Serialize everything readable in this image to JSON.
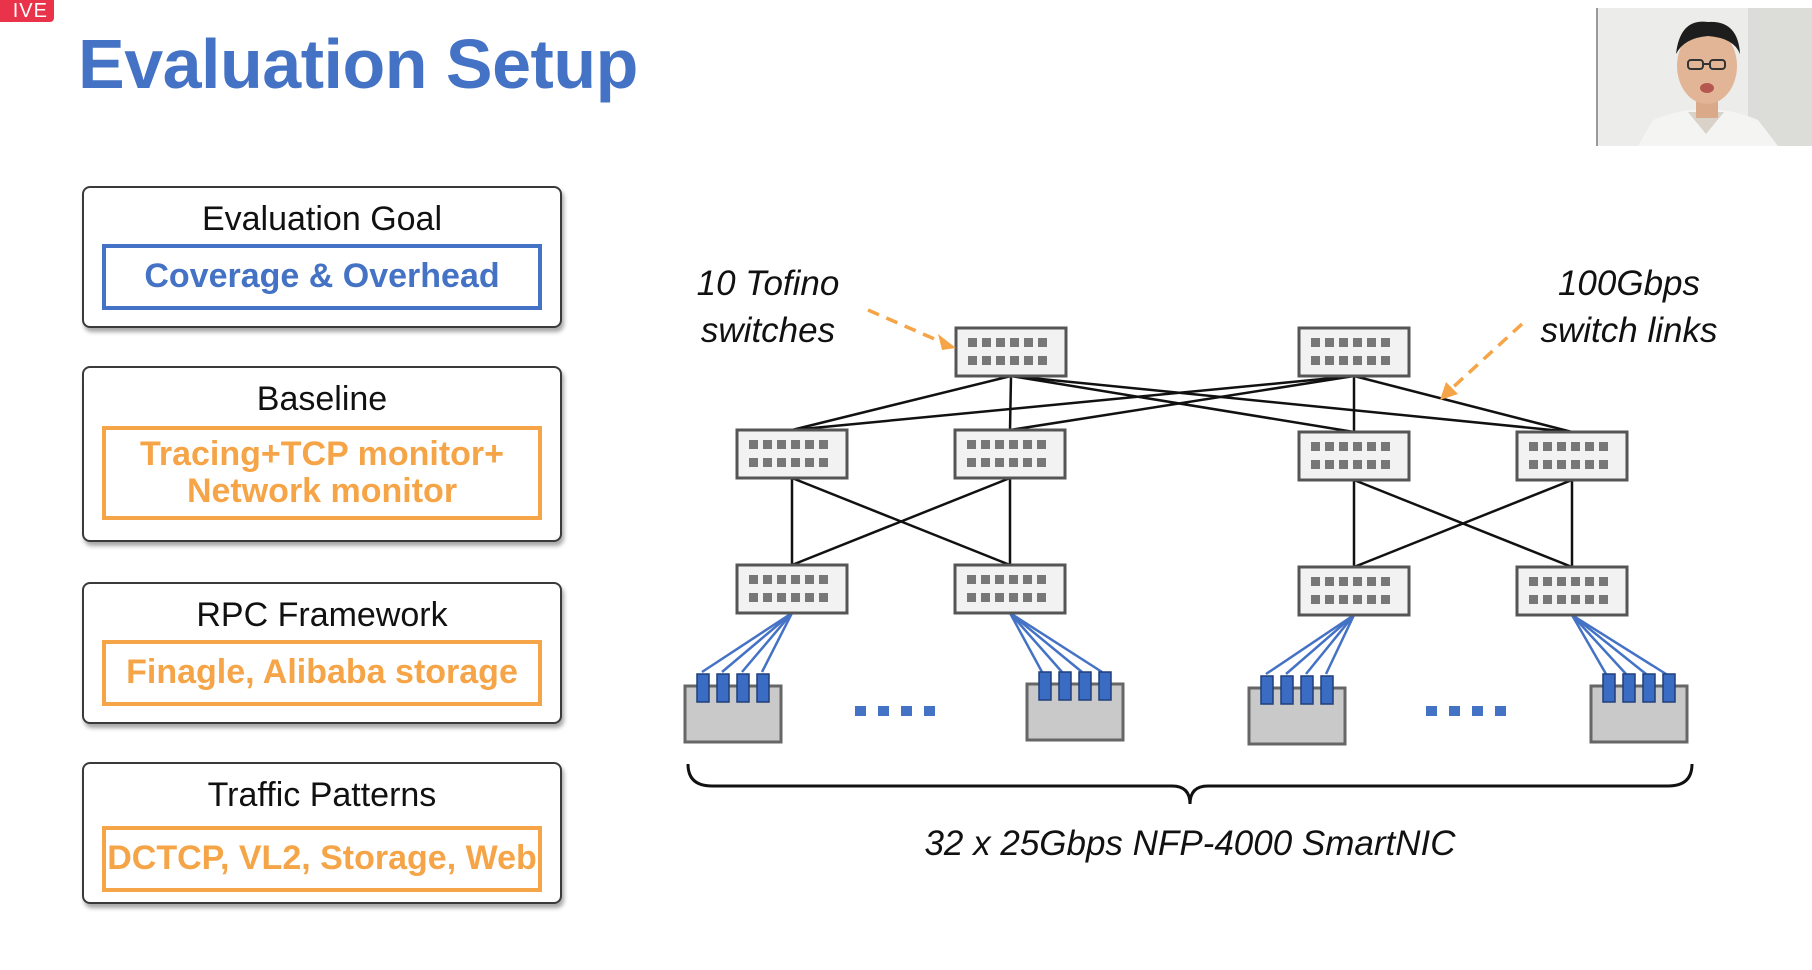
{
  "live_badge": "IVE",
  "slide_title": "Evaluation Setup",
  "cards": [
    {
      "title": "Evaluation Goal",
      "lines": [
        "Coverage & Overhead"
      ],
      "style": "blue"
    },
    {
      "title": "Baseline",
      "lines": [
        "Tracing+TCP monitor+",
        "Network monitor"
      ],
      "style": "orange"
    },
    {
      "title": "RPC Framework",
      "lines": [
        "Finagle, Alibaba storage"
      ],
      "style": "orange"
    },
    {
      "title": "Traffic Patterns",
      "lines": [
        "DCTCP, VL2, Storage, Web"
      ],
      "style": "orange"
    }
  ],
  "diagram": {
    "switches_label_1": "10 Tofino",
    "switches_label_2": "switches",
    "links_label_1": "100Gbps",
    "links_label_2": "switch links",
    "nic_label": "32 x 25Gbps NFP-4000 SmartNIC"
  },
  "colors": {
    "title_blue": "#4472c4",
    "accent_orange": "#f5a547",
    "live_red": "#e8334a"
  }
}
